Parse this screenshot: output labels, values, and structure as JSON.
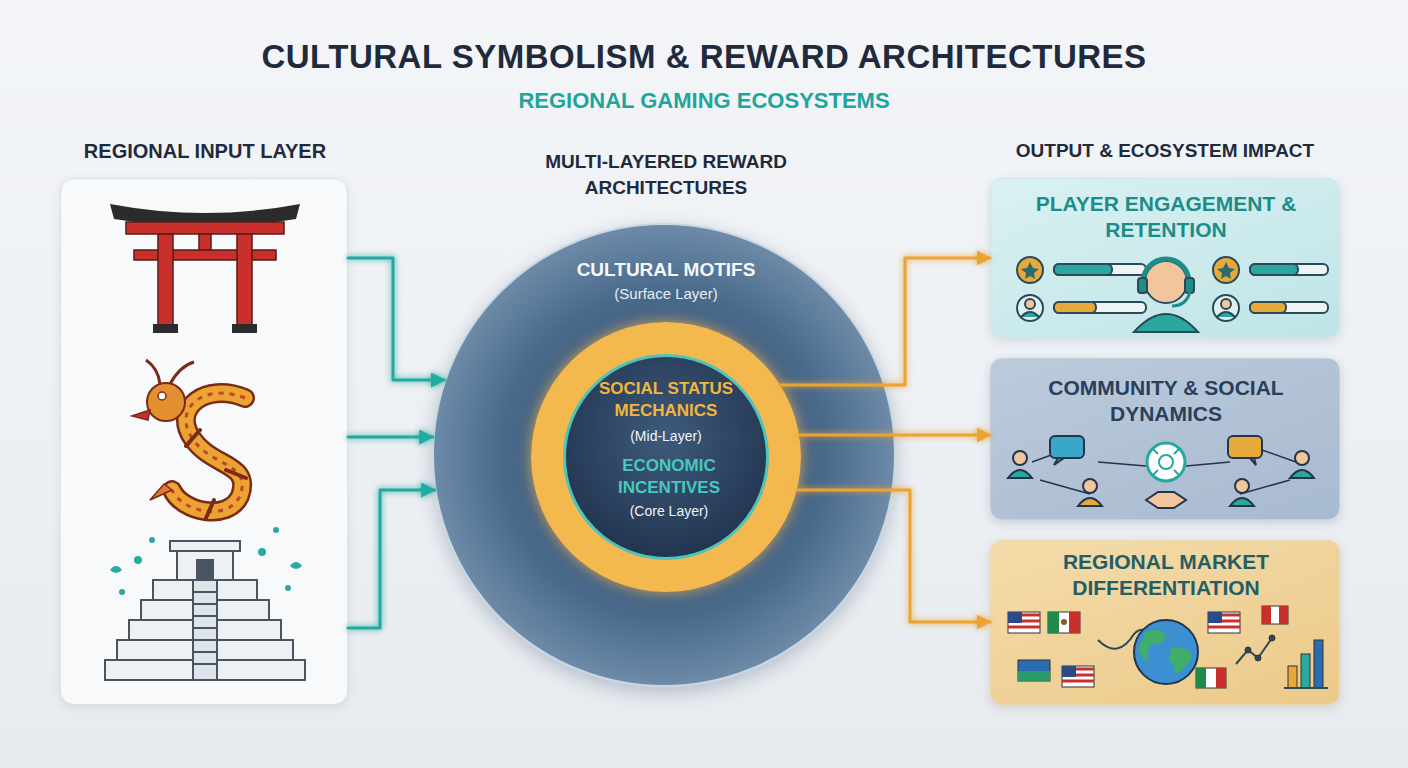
{
  "diagram": {
    "title": "CULTURAL SYMBOLISM & REWARD ARCHITECTURES",
    "nodes": [
      {
        "text": [
          "REGIONAL INPUT LAYER"
        ]
      },
      {
        "text": [
          "MULTI-LAYERED REWARD ARCHITECTURES",
          "CULTURAL MOTIFS",
          "(Surface Layer)"
        ]
      },
      {
        "text": [
          "SOCIAL STATUS MECHANICS",
          "(Mid-Layer)"
        ],
        "in": 1
      },
      {
        "text": [
          "ECONOMIC INCENTIVES",
          "(Core Layer)"
        ],
        "in": 2
      },
      {
        "text": [
          "PLAYER ENGAGEMENT & RETENTION"
        ]
      },
      {
        "text": [
          "COMMUNITY & SOCIAL DYNAMICS"
        ]
      },
      {
        "text": [
          "REGIONAL MARKET DIFFERENTIATION"
        ]
      }
    ],
    "edges": [
      {
        "from": 0,
        "to": 1,
        "arrow": "to"
      },
      {
        "from": 0,
        "to": 1,
        "arrow": "to"
      },
      {
        "from": 0,
        "to": 1,
        "arrow": "to"
      },
      {
        "from": 2,
        "to": 4,
        "arrow": "to"
      },
      {
        "from": 2,
        "to": 5,
        "arrow": "to"
      },
      {
        "from": 2,
        "to": 6,
        "arrow": "to"
      }
    ],
    "labels": [
      "REGIONAL GAMING ECOSYSTEMS",
      "OUTPUT & ECOSYSTEM IMPACT"
    ]
  }
}
